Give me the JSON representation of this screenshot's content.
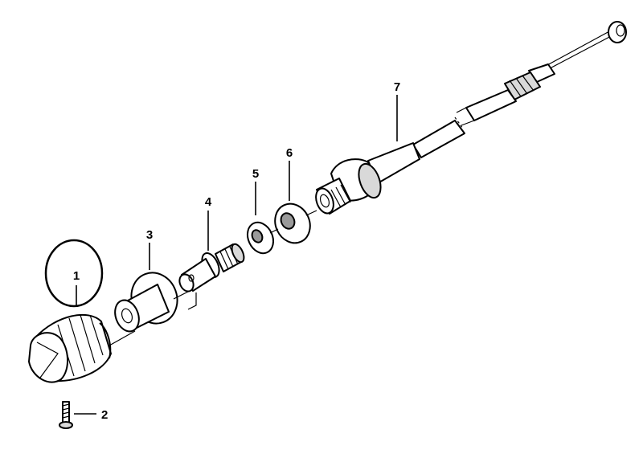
{
  "parts": [
    {
      "id": "knob",
      "label": "1",
      "highlighted": true
    },
    {
      "id": "screw",
      "label": "2"
    },
    {
      "id": "sleeve",
      "label": "3"
    },
    {
      "id": "threaded-pin",
      "label": "4"
    },
    {
      "id": "washer-small",
      "label": "5"
    },
    {
      "id": "washer-large",
      "label": "6"
    },
    {
      "id": "cable",
      "label": "7"
    }
  ],
  "colors": {
    "line": "#000000",
    "fill": "#ffffff",
    "shade": "#d9d9d9",
    "dark": "#9a9a9a"
  }
}
